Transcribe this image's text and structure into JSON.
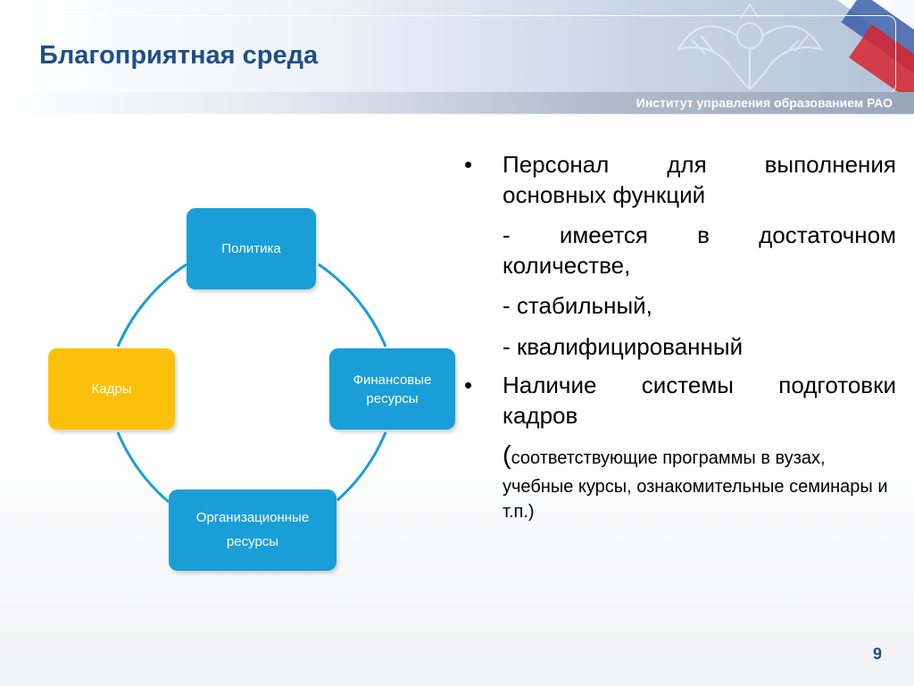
{
  "header": {
    "title": "Благоприятная среда",
    "institute": "Институт управления образованием РАО"
  },
  "diagram": {
    "nodes": {
      "politics": "Политика",
      "finance_line1": "Финансовые",
      "finance_line2": "ресурсы",
      "org_line1": "Организационные",
      "org_line2": "ресурсы",
      "staff": "Кадры"
    },
    "colors": {
      "node_blue": "#1a9ed7",
      "node_yellow": "#fbc10a",
      "ring": "#1a9ed7"
    }
  },
  "content": {
    "bullet1": "Персонал для выполнения основных функций",
    "sub1": "- имеется в достаточном количестве,",
    "sub2": "- стабильный,",
    "sub3": "- квалифицированный",
    "bullet2": "Наличие системы подготовки кадров",
    "paren_open": "(",
    "note": "соответствующие программы в вузах, учебные курсы, ознакомительные семинары и т.п.)"
  },
  "footer": {
    "page_number": "9"
  },
  "theme": {
    "title_color": "#1f4e89",
    "flag_blue": "#3b5ea8",
    "flag_red": "#d7262e"
  }
}
